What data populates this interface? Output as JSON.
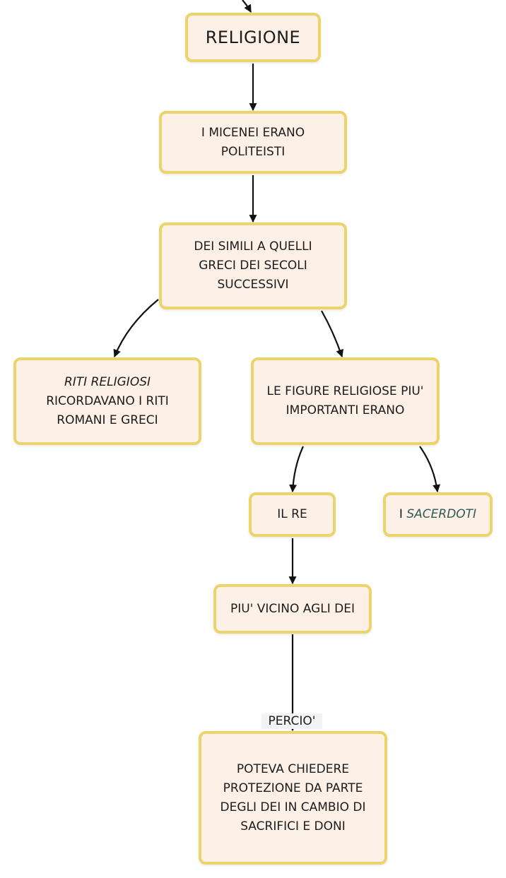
{
  "colors": {
    "node_fill": "#fdf0e6",
    "node_border": "#ecd36a",
    "edge": "#111111",
    "highlight_text": "#2d5a5a"
  },
  "nodes": {
    "religione": "RELIGIONE",
    "micenei_line1": "I MICENEI ERANO",
    "micenei_line2": "POLITEISTI",
    "dei_line1": "DEI SIMILI A QUELLI",
    "dei_line2": "GRECI DEI SECOLI",
    "dei_line3": "SUCCESSIVI",
    "riti_line1": "RITI RELIGIOSI",
    "riti_line2": "RICORDAVANO I RITI",
    "riti_line3": "ROMANI E GRECI",
    "figure_line1": "LE FIGURE RELIGIOSE PIU'",
    "figure_line2": "IMPORTANTI ERANO",
    "re": "IL RE",
    "sacerdoti_prefix": "I",
    "sacerdoti_word": "SACERDOTI",
    "vicino": "PIU' VICINO AGLI DEI",
    "potere_line1": "POTEVA CHIEDERE",
    "potere_line2": "PROTEZIONE DA PARTE",
    "potere_line3": "DEGLI DEI IN CAMBIO DI",
    "potere_line4": "SACRIFICI E DONI"
  },
  "edge_labels": {
    "percio": "PERCIO'"
  }
}
